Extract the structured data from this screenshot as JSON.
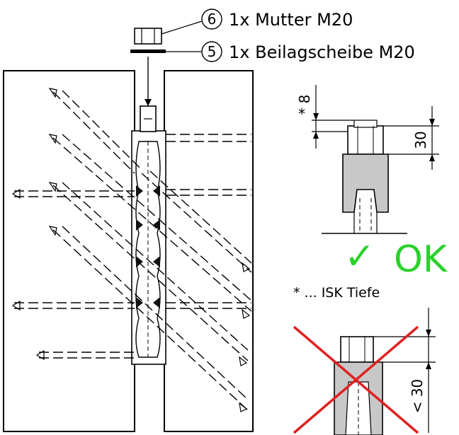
{
  "callouts": [
    {
      "number": "6",
      "label": "1x Mutter M20"
    },
    {
      "number": "5",
      "label": "1x Beilagscheibe M20"
    }
  ],
  "details": {
    "ok": {
      "dim_star": "8",
      "dim_star_prefix": "*",
      "dim_height": "30",
      "verdict": "OK",
      "check_mark": "✓",
      "verdict_color": "#2bd12b"
    },
    "footnote": "* ... ISK Tiefe",
    "not_ok": {
      "dim_height": "< 30",
      "cross_color": "#e02020"
    }
  },
  "colors": {
    "outline": "#000000",
    "block_fill": "#ffffff",
    "nut_section": "#c8c8c8",
    "hatch_fill": "#d0d0d0"
  }
}
